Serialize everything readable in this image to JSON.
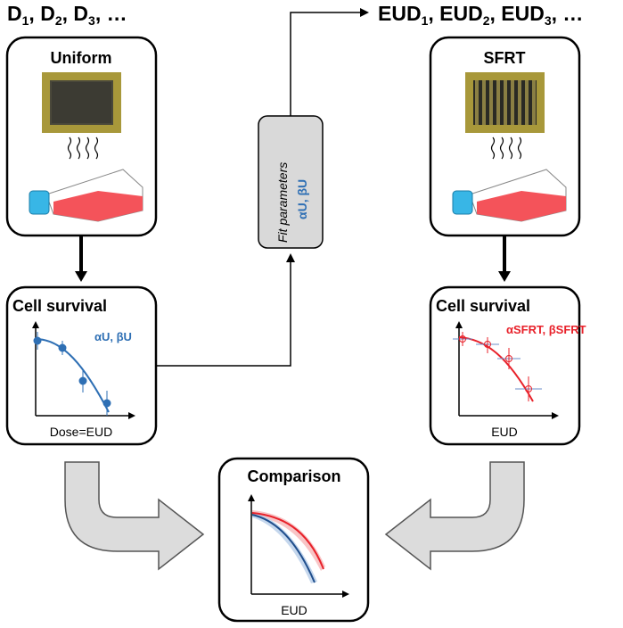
{
  "top": {
    "doses_left": {
      "parts": [
        [
          "D",
          "1"
        ],
        [
          "D",
          "2"
        ],
        [
          "D",
          "3"
        ]
      ],
      "tail": "…"
    },
    "doses_right": {
      "parts": [
        [
          "EUD",
          "1"
        ],
        [
          "EUD",
          "2"
        ],
        [
          "EUD",
          "3"
        ]
      ],
      "tail": "…"
    }
  },
  "uniform_panel": {
    "title": "Uniform"
  },
  "sfrt_panel": {
    "title": "SFRT"
  },
  "fit_box": {
    "line1": "Fit parameters",
    "line2": "αU, βU"
  },
  "survival_left": {
    "title": "Cell survival",
    "params": "αU, βU",
    "xlabel": "Dose=EUD"
  },
  "survival_right": {
    "title": "Cell survival",
    "params": "αSFRT, βSFRT",
    "xlabel": "EUD"
  },
  "comparison": {
    "title": "Comparison",
    "xlabel": "EUD"
  },
  "colors": {
    "uniform_blue": "#2e6fb4",
    "sfrt_red": "#e8212a",
    "fit_box_fill": "#d9d9d9",
    "arrow_fill": "#dcdcdc",
    "film_gold": "#a8983a",
    "flask_red": "#f4535a",
    "flask_cap": "#38b6e6"
  }
}
